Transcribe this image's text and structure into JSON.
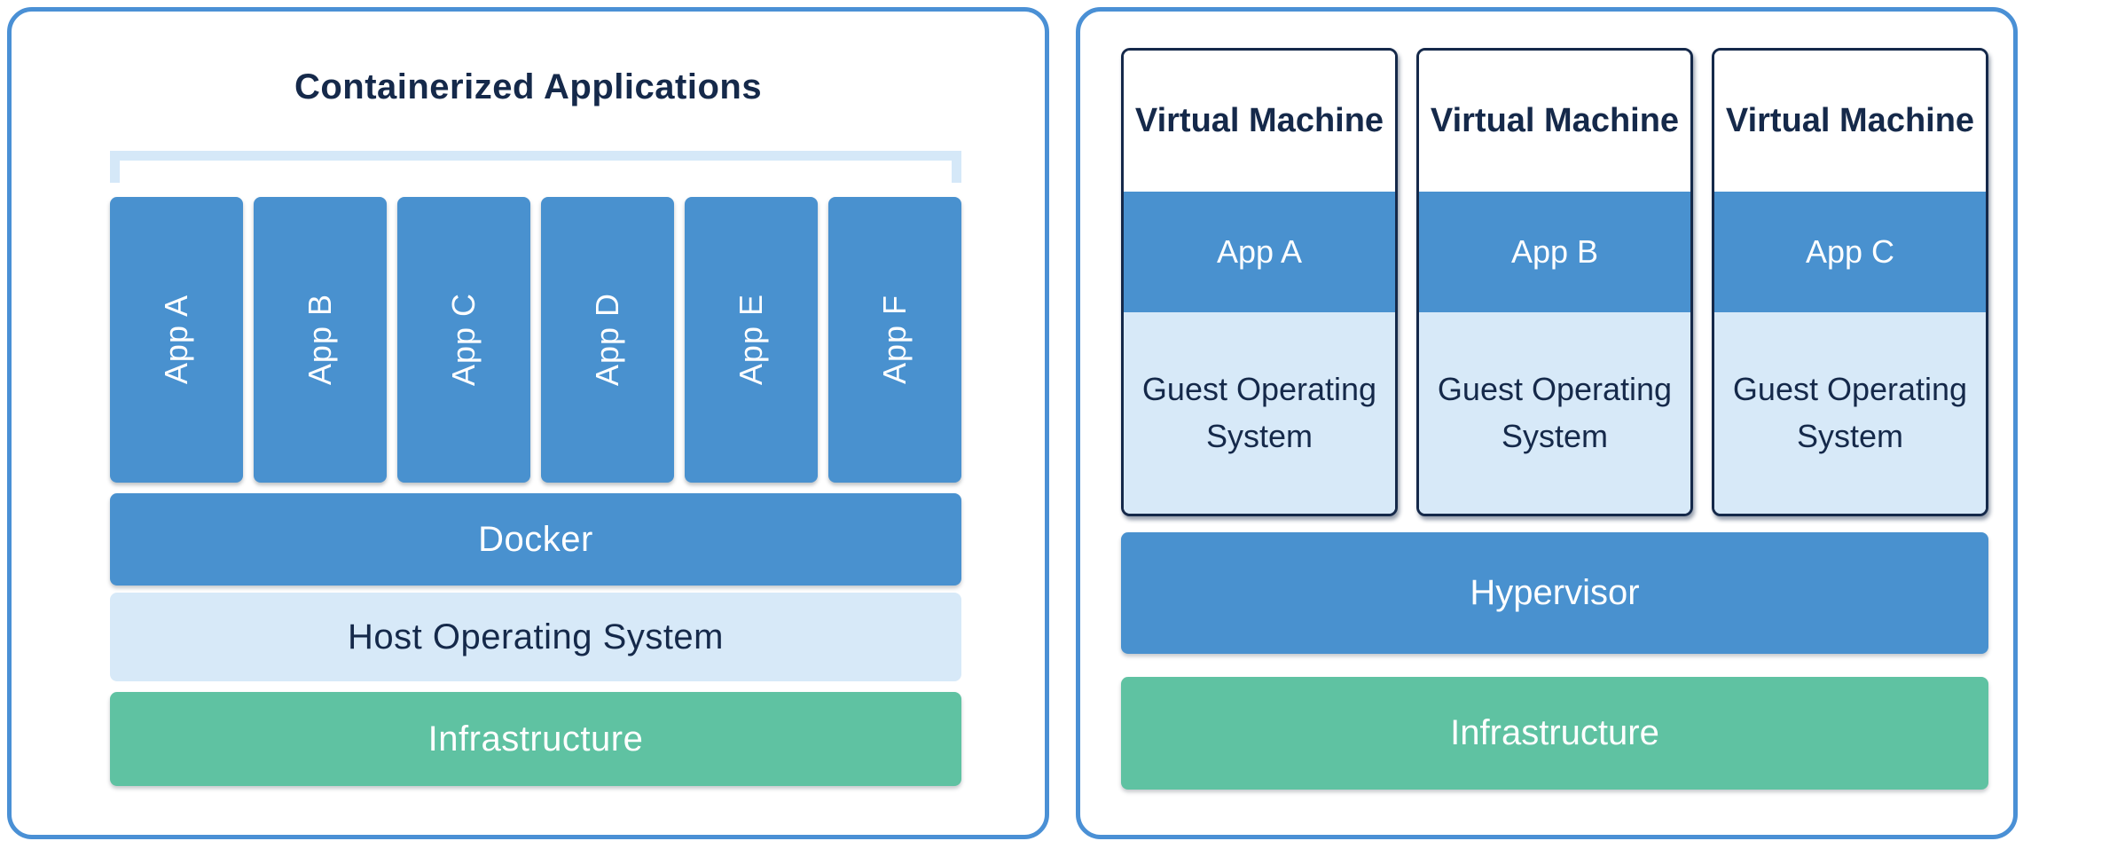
{
  "panels": {
    "left": {
      "title": "Containerized Applications",
      "apps": [
        {
          "label": "App A"
        },
        {
          "label": "App B"
        },
        {
          "label": "App C"
        },
        {
          "label": "App D"
        },
        {
          "label": "App E"
        },
        {
          "label": "App F"
        }
      ],
      "layers": {
        "docker": "Docker",
        "host_os": "Host Operating System",
        "infrastructure": "Infrastructure"
      }
    },
    "right": {
      "vms": [
        {
          "title": "Virtual Machine",
          "app": "App A",
          "guest_os": "Guest Operating System"
        },
        {
          "title": "Virtual Machine",
          "app": "App B",
          "guest_os": "Guest Operating System"
        },
        {
          "title": "Virtual Machine",
          "app": "App C",
          "guest_os": "Guest Operating System"
        }
      ],
      "layers": {
        "hypervisor": "Hypervisor",
        "infrastructure": "Infrastructure"
      }
    }
  },
  "colors": {
    "accent_blue": "#4991CF",
    "light_blue": "#D7E9F8",
    "green": "#5FC2A2",
    "navy": "#15294A",
    "panel_border": "#4A90D5",
    "bracket": "#D5E8F8"
  }
}
